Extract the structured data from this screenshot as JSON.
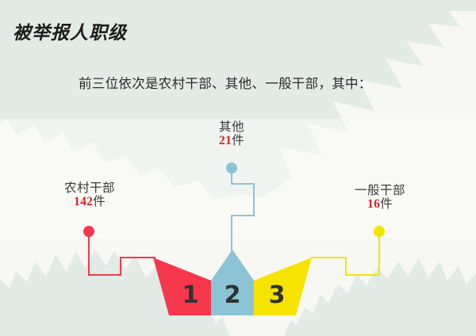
{
  "slide": {
    "title": "被举报人职级",
    "subtitle": "前三位依次是农村干部、其他、一般干部，其中："
  },
  "colors": {
    "page_background": "#f7f8f3",
    "background_tree": "#e3ebe6",
    "rank1_red": "#f5384c",
    "rank2_blue": "#8cc3d5",
    "rank3_yellow": "#f7e300",
    "number_red": "#d71f28",
    "text_dark": "#3a3a3a",
    "podium_number": "#2f3233"
  },
  "chart_data": {
    "type": "bar",
    "title": "被举报人职级",
    "subtitle": "前三位依次是农村干部、其他、一般干部，其中：",
    "categories": [
      "农村干部",
      "其他",
      "一般干部"
    ],
    "values": [
      142,
      21,
      16
    ],
    "unit": "件",
    "xlabel": "",
    "ylabel": "",
    "legend": "none",
    "grid": false,
    "notes": "Top-3 ranking podium / crown infographic; ranks shown as 1, 2, 3"
  },
  "callouts": [
    {
      "rank": "1",
      "category": "农村干部",
      "value": "142",
      "unit": "件",
      "color": "#f5384c"
    },
    {
      "rank": "2",
      "category": "其他",
      "value": "21",
      "unit": "件",
      "color": "#8cc3d5"
    },
    {
      "rank": "3",
      "category": "一般干部",
      "value": "16",
      "unit": "件",
      "color": "#f7e300"
    }
  ],
  "podium": {
    "rank_labels": [
      "1",
      "2",
      "3"
    ]
  }
}
